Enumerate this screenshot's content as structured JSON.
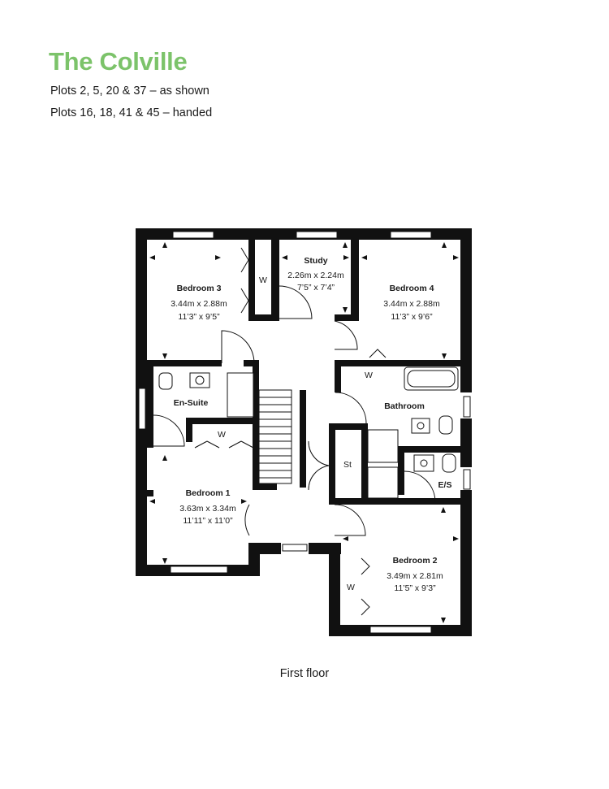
{
  "header": {
    "title": "The Colville",
    "plots_as_shown": "Plots 2, 5, 20 & 37 – as shown",
    "plots_handed": "Plots 16, 18, 41 & 45 – handed"
  },
  "floor_label": "First floor",
  "colors": {
    "title": "#7cc36a",
    "walls": "#111111"
  },
  "rooms": {
    "bedroom3": {
      "name": "Bedroom 3",
      "metric": "3.44m x 2.88m",
      "imperial": "11’3” x 9’5”"
    },
    "study": {
      "name": "Study",
      "metric": "2.26m x 2.24m",
      "imperial": "7’5” x 7’4”"
    },
    "bedroom4": {
      "name": "Bedroom 4",
      "metric": "3.44m x 2.88m",
      "imperial": "11’3” x 9’6”"
    },
    "ensuite": {
      "name": "En-Suite"
    },
    "bathroom": {
      "name": "Bathroom"
    },
    "bedroom1": {
      "name": "Bedroom 1",
      "metric": "3.63m x 3.34m",
      "imperial": "11’11” x 11’0”"
    },
    "es": {
      "name": "E/S"
    },
    "bedroom2": {
      "name": "Bedroom 2",
      "metric": "3.49m x 2.81m",
      "imperial": "11’5” x 9’3”"
    }
  },
  "labels": {
    "wardrobe": "W",
    "store": "St"
  }
}
